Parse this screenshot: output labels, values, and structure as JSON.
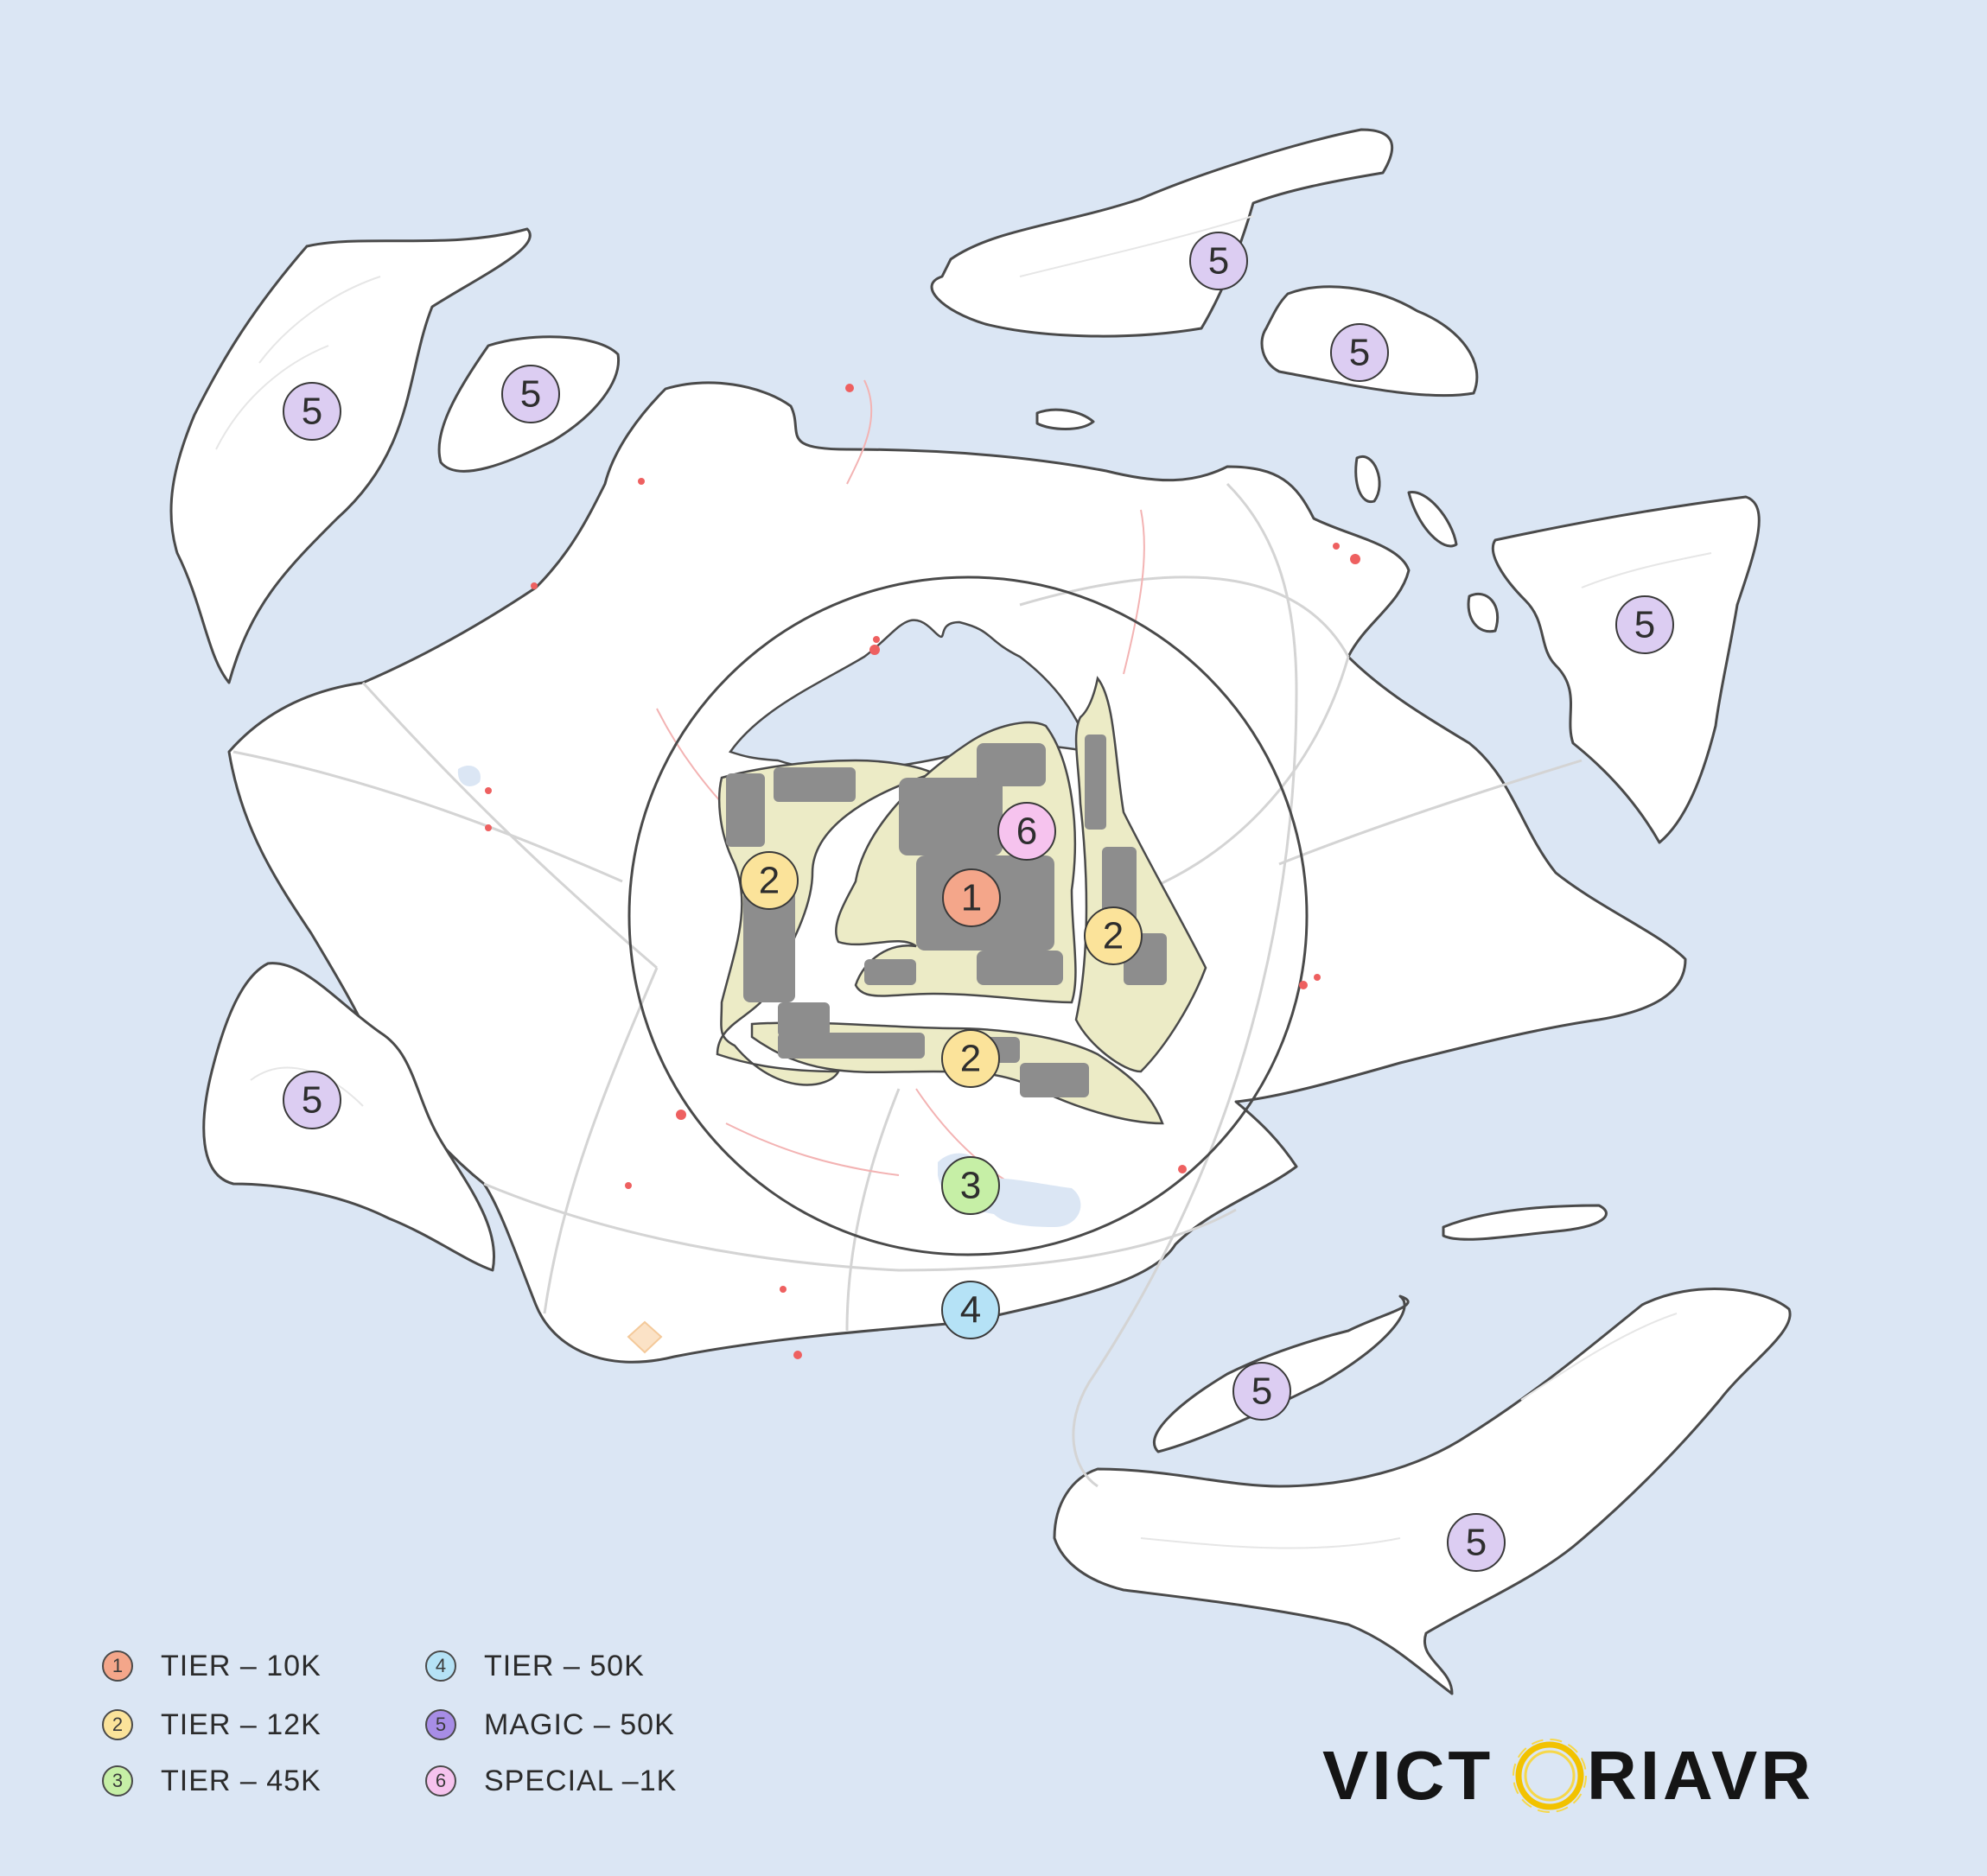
{
  "colors": {
    "sea": "#dbe6f4",
    "land": "#ffffff",
    "city_zone": "#ecebc6",
    "tier_1": "#f4a68a",
    "tier_2": "#fbe39a",
    "tier_3": "#c6efa6",
    "tier_4": "#b5e2f6",
    "tier_5": "#dccdf2",
    "tier_5_legend": "#a78de6",
    "tier_6": "#f6c3ee",
    "logo_accent": "#f2c200"
  },
  "map_markers": [
    {
      "id": "m1",
      "label": "5"
    },
    {
      "id": "m2",
      "label": "5"
    },
    {
      "id": "m3",
      "label": "5"
    },
    {
      "id": "m4",
      "label": "5"
    },
    {
      "id": "m5",
      "label": "5"
    },
    {
      "id": "m6",
      "label": "2"
    },
    {
      "id": "m7",
      "label": "6"
    },
    {
      "id": "m8",
      "label": "1"
    },
    {
      "id": "m9",
      "label": "2"
    },
    {
      "id": "m10",
      "label": "5"
    },
    {
      "id": "m11",
      "label": "2"
    },
    {
      "id": "m12",
      "label": "3"
    },
    {
      "id": "m13",
      "label": "4"
    },
    {
      "id": "m14",
      "label": "5"
    },
    {
      "id": "m15",
      "label": "5"
    }
  ],
  "legend": [
    {
      "number": "1",
      "label": "TIER – 10K",
      "color": "#f4a68a"
    },
    {
      "number": "2",
      "label": "TIER – 12K",
      "color": "#fbe39a"
    },
    {
      "number": "3",
      "label": "TIER – 45K",
      "color": "#c6efa6"
    },
    {
      "number": "4",
      "label": "TIER – 50K",
      "color": "#b5e2f6"
    },
    {
      "number": "5",
      "label": "MAGIC – 50K",
      "color": "#a78de6"
    },
    {
      "number": "6",
      "label": "SPECIAL –1K",
      "color": "#f6c3ee"
    }
  ],
  "brand": {
    "logo_left": "VICT",
    "logo_right": "RIAVR"
  }
}
